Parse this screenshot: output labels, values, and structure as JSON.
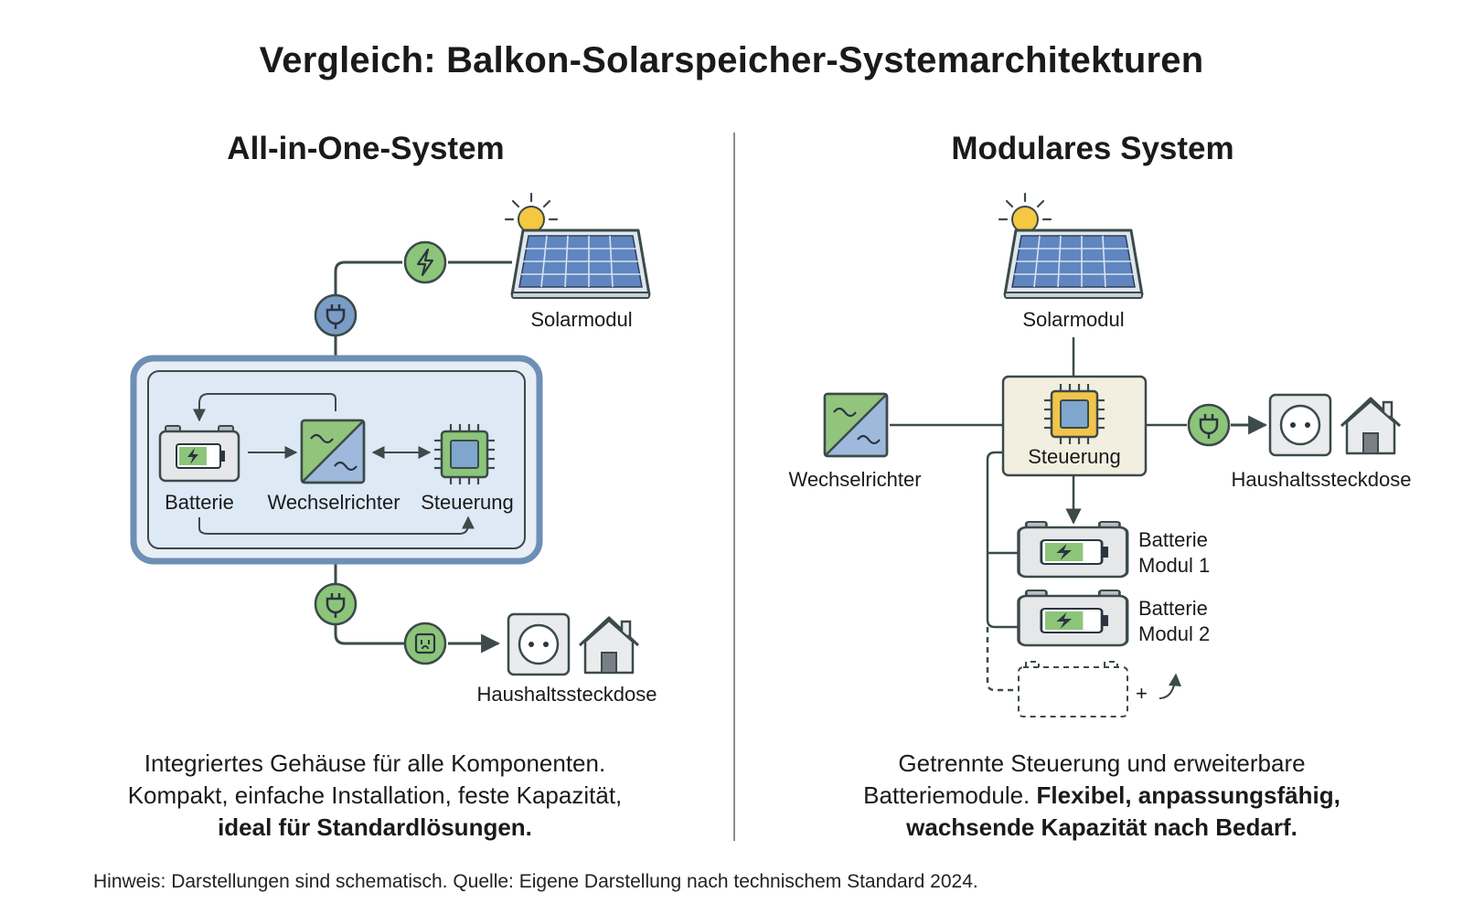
{
  "title": "Vergleich: Balkon-Solarspeicher-Systemarchitekturen",
  "left": {
    "heading": "All-in-One-System",
    "labels": {
      "solar": "Solarmodul",
      "battery": "Batterie",
      "inverter": "Wechselrichter",
      "controller": "Steuerung",
      "outlet": "Haushaltssteckdose"
    },
    "description": {
      "line1": "Integriertes Gehäuse für alle Komponenten.",
      "line2": "Kompakt, einfache Installation, feste Kapazität,",
      "line3_bold": "ideal für Standardlösungen."
    }
  },
  "right": {
    "heading": "Modulares System",
    "labels": {
      "solar": "Solarmodul",
      "inverter": "Wechselrichter",
      "controller": "Steuerung",
      "outlet": "Haushaltssteckdose",
      "battery1_line1": "Batterie",
      "battery1_line2": "Modul 1",
      "battery2_line1": "Batterie",
      "battery2_line2": "Modul 2",
      "add": "+"
    },
    "description": {
      "line1": "Getrennte Steuerung und erweiterbare",
      "line2_normal": "Batteriemodule.",
      "line2_bold": "Flexibel, anpassungsfähig,",
      "line3_bold": "wachsende Kapazität nach Bedarf."
    }
  },
  "footnote": "Hinweis: Darstellungen sind schematisch. Quelle: Eigene Darstellung nach technischem Standard 2024.",
  "colors": {
    "line": "#3c4a4a",
    "green": "#8cc57a",
    "green_dark": "#3f7a3a",
    "blue_plug": "#7b9cc6",
    "housing_border": "#6d8fb5",
    "housing_fill": "#dde9f5",
    "controller_box": "#f2efe0",
    "chip_yellow": "#f2c54a",
    "chip_blue": "#7fa6cc",
    "panel_blue": "#5f86c0",
    "sun": "#f5c842",
    "inverter_green": "#93c47d",
    "inverter_blue": "#9fb9dc"
  },
  "icons": [
    "sun-icon",
    "solar-panel-icon",
    "plug-icon",
    "lightning-icon",
    "battery-icon",
    "inverter-icon",
    "chip-icon",
    "socket-icon",
    "house-icon"
  ]
}
